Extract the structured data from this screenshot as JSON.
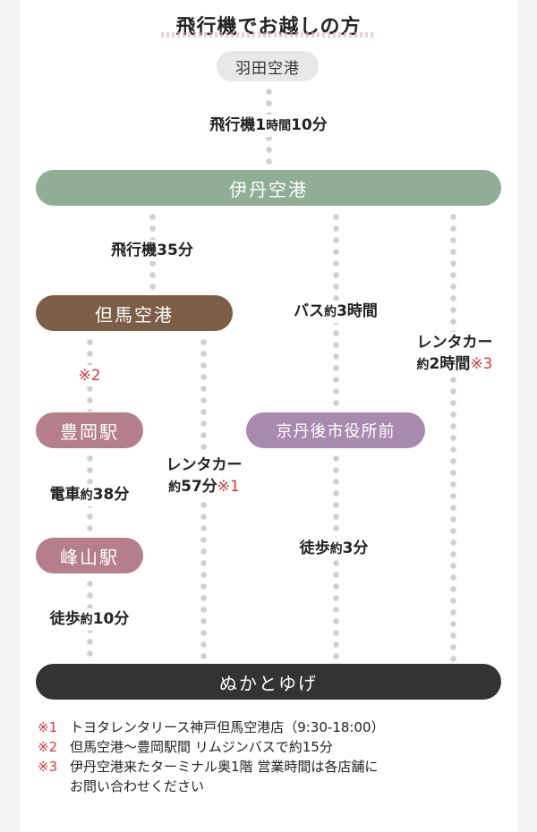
{
  "title": "飛行機でお越しの方",
  "nodes": {
    "haneda": "羽田空港",
    "itami": "伊丹空港",
    "tajima": "但馬空港",
    "toyooka": "豊岡駅",
    "kinosaki": "峰山駅",
    "kyotango": "京丹後市役所前",
    "destination": "ぬかとゆげ"
  },
  "colors": {
    "itami": "#8fae93",
    "tajima": "#7b5e45",
    "station": "#b47f8b",
    "kyotango": "#a88aae",
    "destination": "#333333"
  },
  "routes": {
    "haneda_itami": {
      "prefix": "飛行機1",
      "small": "時間",
      "suffix": "10分"
    },
    "itami_tajima": {
      "prefix": "飛行機35分"
    },
    "itami_kyotango": {
      "prefix": "バス",
      "small": "約",
      "suffix": "3時間"
    },
    "itami_rent_line1": "レンタカー",
    "itami_rent_line2": {
      "small": "約",
      "suffix": "2時間",
      "mark": "※3"
    },
    "tajima_toyooka_mark": "※2",
    "tajima_rent_line1": "レンタカー",
    "tajima_rent_line2": {
      "small": "約",
      "suffix": "57分",
      "mark": "※1"
    },
    "toyooka_kinosaki": {
      "prefix": "電車",
      "small": "約",
      "suffix": "38分"
    },
    "kinosaki_dest": {
      "prefix": "徒歩",
      "small": "約",
      "suffix": "10分"
    },
    "kyotango_dest": {
      "prefix": "徒歩",
      "small": "約",
      "suffix": "3分"
    }
  },
  "notes": [
    {
      "mark": "※1",
      "text": "トヨタレンタリース神戸但馬空港店（9:30-18:00）"
    },
    {
      "mark": "※2",
      "text": "但馬空港～豊岡駅間 リムジンバスで約15分"
    },
    {
      "mark": "※3",
      "text": "伊丹空港来たターミナル奥1階 営業時間は各店舗に",
      "text2": "お問い合わせください"
    }
  ]
}
